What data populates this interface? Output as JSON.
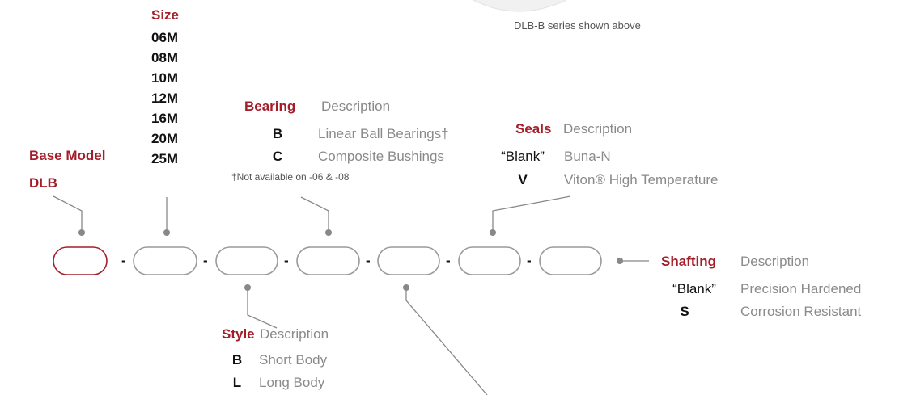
{
  "caption": "DLB-B series shown above",
  "base_model": {
    "title": "Base Model",
    "value": "DLB"
  },
  "size": {
    "title": "Size",
    "options": [
      "06M",
      "08M",
      "10M",
      "12M",
      "16M",
      "20M",
      "25M"
    ]
  },
  "bearing": {
    "title": "Bearing",
    "desc_header": "Description",
    "options": [
      {
        "code": "B",
        "desc": "Linear Ball Bearings†"
      },
      {
        "code": "C",
        "desc": "Composite Bushings"
      }
    ],
    "footnote": "†Not available on -06 & -08"
  },
  "seals": {
    "title": "Seals",
    "desc_header": "Description",
    "options": [
      {
        "code": "“Blank”",
        "desc": "Buna-N"
      },
      {
        "code": "V",
        "desc": "Viton® High Temperature"
      }
    ]
  },
  "shafting": {
    "title": "Shafting",
    "desc_header": "Description",
    "options": [
      {
        "code": "“Blank”",
        "desc": "Precision Hardened"
      },
      {
        "code": "S",
        "desc": "Corrosion Resistant"
      }
    ]
  },
  "style": {
    "title": "Style",
    "desc_header": "Description",
    "options": [
      {
        "code": "B",
        "desc": "Short Body"
      },
      {
        "code": "L",
        "desc": "Long Body"
      }
    ]
  },
  "separator": "-",
  "colors": {
    "accent": "#a41e2a",
    "connector": "#888888",
    "box_outline": "#9a9a9a"
  }
}
